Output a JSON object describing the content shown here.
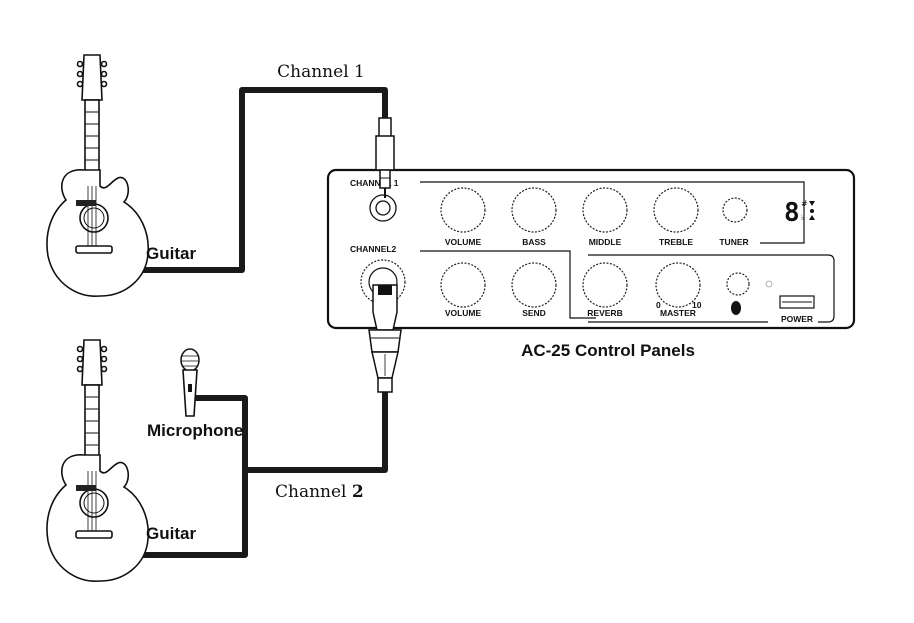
{
  "labels": {
    "channel1": "Channel 1",
    "channel2_word": "Channel ",
    "channel2_num": "2",
    "guitar_top": "Guitar",
    "guitar_bottom": "Guitar",
    "microphone": "Microphone",
    "caption": "AC-25 Control Panels"
  },
  "panel": {
    "channel1_header": "CHANNEL 1",
    "channel2_header": "CHANNEL2",
    "row1_knobs": [
      "VOLUME",
      "BASS",
      "MIDDLE",
      "TREBLE"
    ],
    "tuner": "TUNER",
    "row2_knobs_left": [
      "VOLUME",
      "SEND"
    ],
    "row2_knobs_right": [
      "REVERB",
      "MASTER"
    ],
    "master_scale_min": "0",
    "master_scale_max": "10",
    "power": "POWER",
    "tuner_display": "8",
    "tuner_symbols": [
      "#",
      "♭"
    ]
  }
}
